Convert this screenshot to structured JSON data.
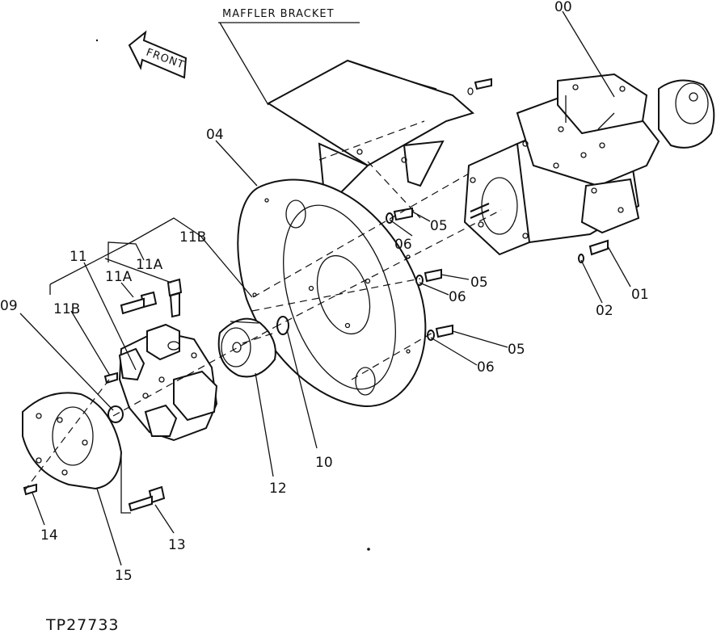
{
  "header": {
    "bracket_label": "MAFFLER BRACKET",
    "front_label": "FRONT"
  },
  "labels": {
    "c00": "00",
    "c01": "01",
    "c02": "02",
    "c04": "04",
    "c05a": "05",
    "c05b": "05",
    "c05c": "05",
    "c06a": "06",
    "c06b": "06",
    "c06c": "06",
    "c09": "09",
    "c10": "10",
    "c11": "11",
    "c11a_left": "11A",
    "c11a_right": "11A",
    "c11b_left": "11B",
    "c11b_right": "11B",
    "c12": "12",
    "c13": "13",
    "c14": "14",
    "c15": "15"
  },
  "footer": {
    "reference": "TP27733"
  }
}
